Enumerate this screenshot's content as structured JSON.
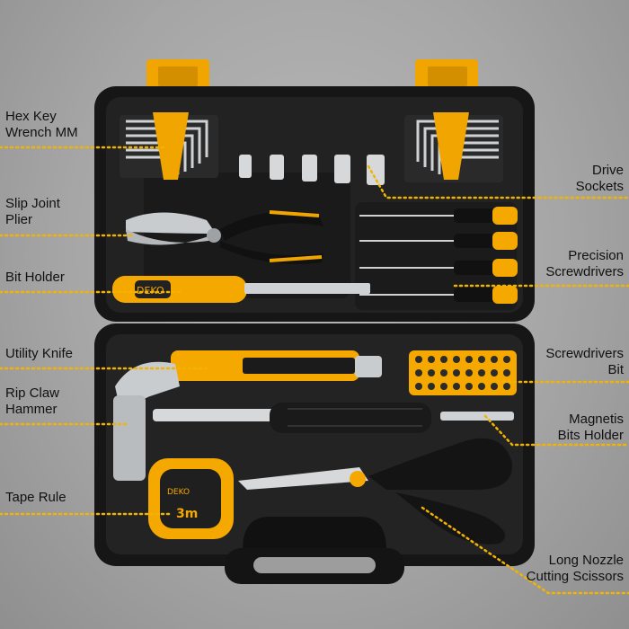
{
  "image": {
    "brand": "DEKO",
    "tape_length": "3m"
  },
  "labels_left": [
    {
      "id": "hex-key",
      "lines": [
        "Hex Key",
        "Wrench MM"
      ]
    },
    {
      "id": "slip-joint",
      "lines": [
        "Slip Joint",
        "Plier"
      ]
    },
    {
      "id": "bit-holder",
      "lines": [
        "Bit Holder"
      ]
    },
    {
      "id": "utility-knife",
      "lines": [
        "Utility Knife"
      ]
    },
    {
      "id": "rip-claw",
      "lines": [
        "Rip Claw",
        "Hammer"
      ]
    },
    {
      "id": "tape-rule",
      "lines": [
        "Tape Rule"
      ]
    }
  ],
  "labels_right": [
    {
      "id": "drive-sockets",
      "lines": [
        "Drive",
        "Sockets"
      ]
    },
    {
      "id": "precision-screwdrivers",
      "lines": [
        "Precision",
        "Screwdrivers"
      ]
    },
    {
      "id": "screwdrivers-bit",
      "lines": [
        "Screwdrivers",
        "Bit"
      ]
    },
    {
      "id": "magnetis-bits-holder",
      "lines": [
        "Magnetis",
        "Bits Holder"
      ]
    },
    {
      "id": "long-nozzle-scissors",
      "lines": [
        "Long Nozzle",
        "Cutting Scissors"
      ]
    }
  ],
  "colors": {
    "accent": "#f5a800",
    "case": "#1c1c1c",
    "leader": "#f2b400"
  }
}
